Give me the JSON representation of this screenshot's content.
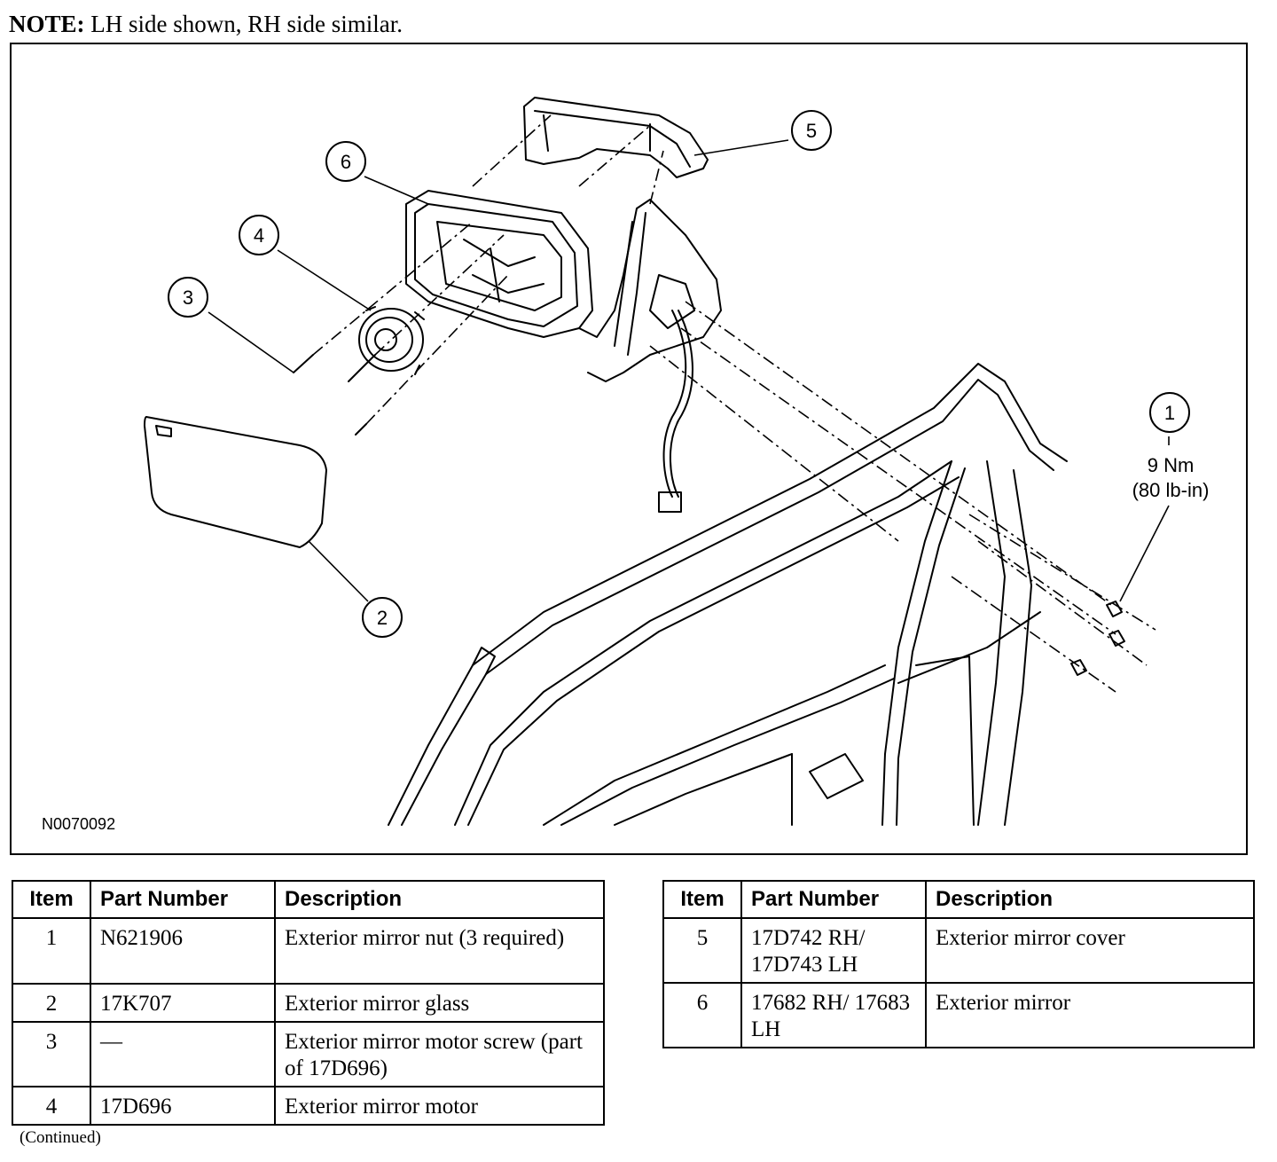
{
  "note": {
    "label": "NOTE:",
    "text": "LH side shown, RH side similar."
  },
  "figure": {
    "id": "N0070092",
    "callouts": [
      {
        "number": "1"
      },
      {
        "number": "2"
      },
      {
        "number": "3"
      },
      {
        "number": "4"
      },
      {
        "number": "5"
      },
      {
        "number": "6"
      }
    ],
    "torque": {
      "line1": "9 Nm",
      "line2": "(80 lb-in)"
    }
  },
  "table_headers": {
    "item": "Item",
    "part_number": "Part Number",
    "description": "Description"
  },
  "table_left": [
    {
      "item": "1",
      "part_number": "N621906",
      "description": "Exterior mirror nut (3 required)"
    },
    {
      "item": "2",
      "part_number": "17K707",
      "description": "Exterior mirror glass"
    },
    {
      "item": "3",
      "part_number": "—",
      "description": "Exterior mirror motor screw (part of 17D696)"
    },
    {
      "item": "4",
      "part_number": "17D696",
      "description": "Exterior mirror motor"
    }
  ],
  "table_right": [
    {
      "item": "5",
      "part_number": "17D742 RH/ 17D743 LH",
      "description": "Exterior mirror cover"
    },
    {
      "item": "6",
      "part_number": "17682 RH/ 17683 LH",
      "description": "Exterior mirror"
    }
  ],
  "continued": "(Continued)"
}
